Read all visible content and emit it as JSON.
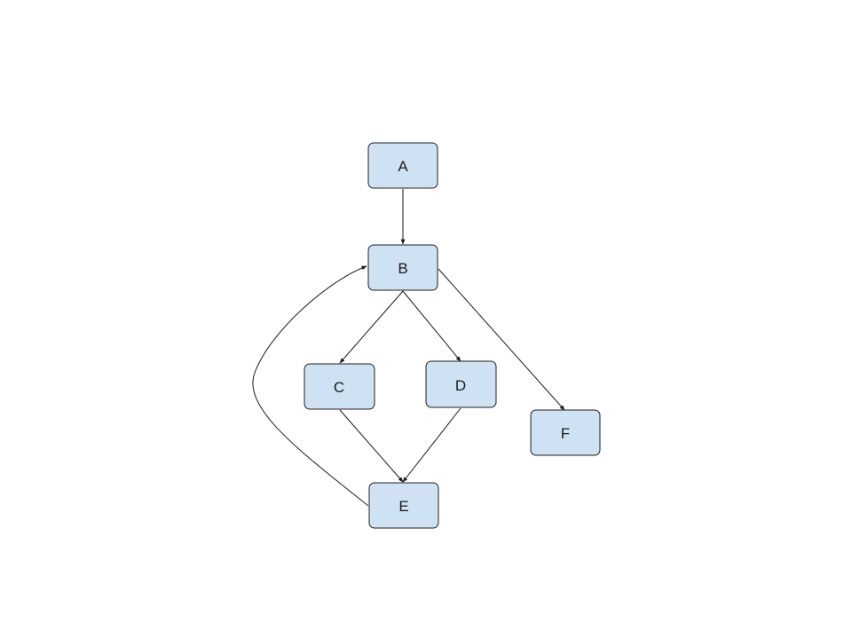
{
  "diagram": {
    "node_fill": "#cfe2f3",
    "node_stroke": "#1f1f1f",
    "edge_color": "#1a1a1a",
    "nodes": [
      {
        "id": "A",
        "label": "A"
      },
      {
        "id": "B",
        "label": "B"
      },
      {
        "id": "C",
        "label": "C"
      },
      {
        "id": "D",
        "label": "D"
      },
      {
        "id": "E",
        "label": "E"
      },
      {
        "id": "F",
        "label": "F"
      }
    ],
    "edges": [
      {
        "from": "A",
        "to": "B"
      },
      {
        "from": "B",
        "to": "C"
      },
      {
        "from": "B",
        "to": "D"
      },
      {
        "from": "B",
        "to": "F"
      },
      {
        "from": "C",
        "to": "E"
      },
      {
        "from": "D",
        "to": "E"
      },
      {
        "from": "E",
        "to": "B"
      }
    ]
  }
}
